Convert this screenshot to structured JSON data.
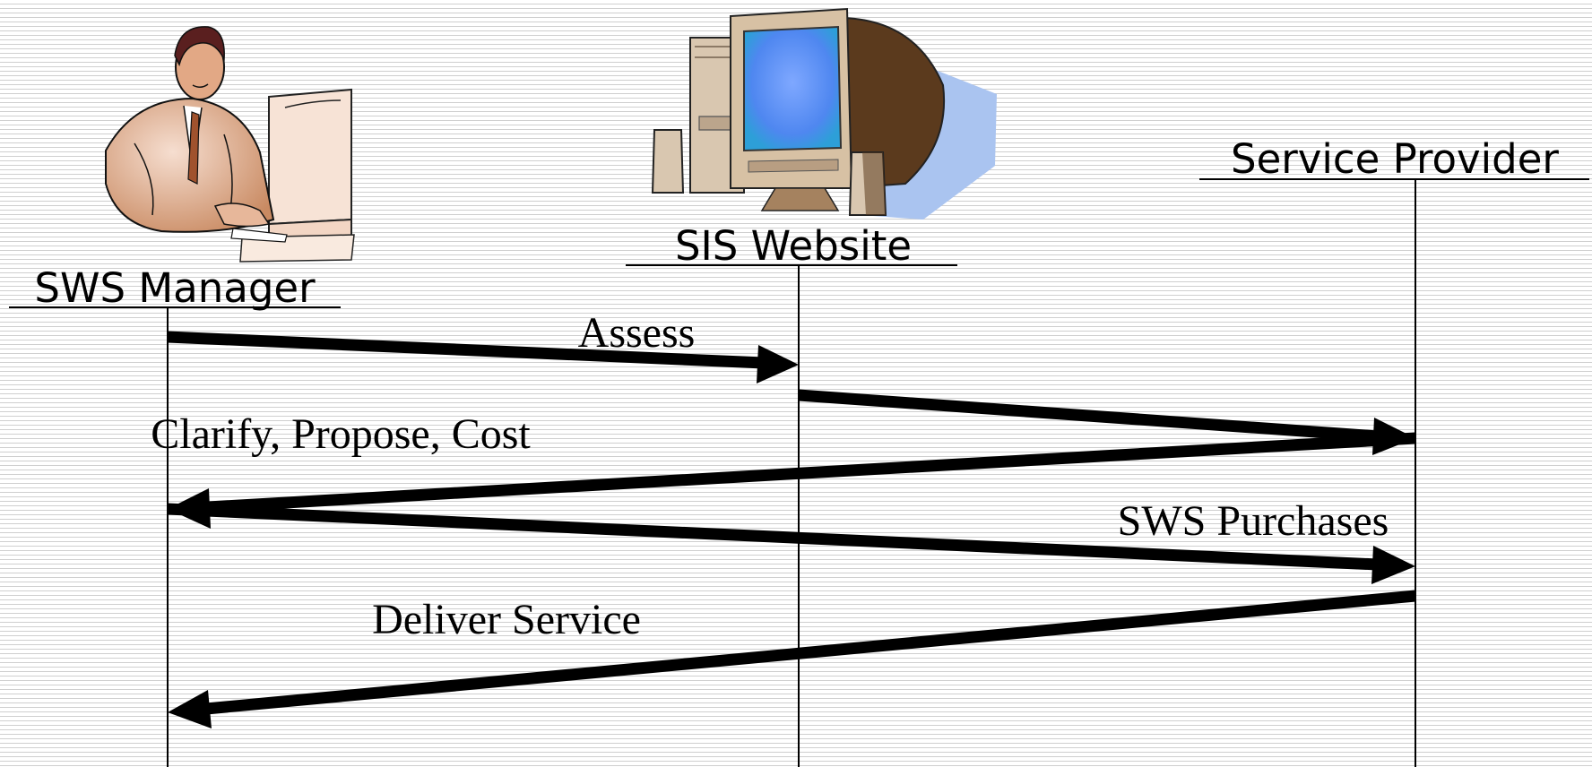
{
  "actors": {
    "manager": {
      "label": "SWS Manager",
      "icon": "businessman-at-computer-icon"
    },
    "website": {
      "label": "SIS Website",
      "icon": "desktop-computer-icon"
    },
    "provider": {
      "label": "Service Provider"
    }
  },
  "messages": [
    {
      "from": "manager",
      "to": "website",
      "label": "Assess"
    },
    {
      "from": "website",
      "to": "provider",
      "label": ""
    },
    {
      "from": "provider",
      "to": "manager",
      "label": "Clarify, Propose, Cost"
    },
    {
      "from": "manager",
      "to": "provider",
      "label": "SWS Purchases"
    },
    {
      "from": "provider",
      "to": "manager",
      "label": "Deliver Service"
    }
  ]
}
